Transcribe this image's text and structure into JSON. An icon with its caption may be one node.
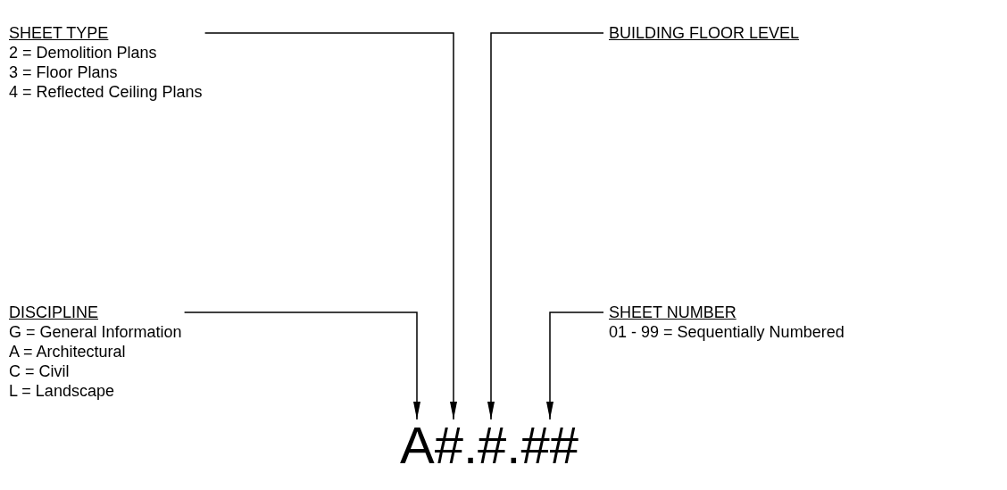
{
  "diagram": {
    "nodes": [
      {
        "text": [
          "SHEET TYPE",
          "2 = Demolition Plans",
          "3 = Floor Plans",
          "4 = Reflected Ceiling Plans"
        ]
      },
      {
        "text": [
          "BUILDING FLOOR LEVEL"
        ]
      },
      {
        "text": [
          "DISCIPLINE",
          "G = General Information",
          "A = Architectural",
          "C = Civil",
          "L = Landscape"
        ]
      },
      {
        "text": [
          "SHEET NUMBER",
          "01 - 99 = Sequentially Numbered"
        ]
      },
      {
        "text": [
          "A#.#.##"
        ]
      }
    ],
    "edges": [
      {
        "from": 2,
        "to": 4,
        "arrow": "to"
      },
      {
        "from": 0,
        "to": 4,
        "arrow": "to"
      },
      {
        "from": 1,
        "to": 4,
        "arrow": "to"
      },
      {
        "from": 3,
        "to": 4,
        "arrow": "to"
      }
    ]
  }
}
